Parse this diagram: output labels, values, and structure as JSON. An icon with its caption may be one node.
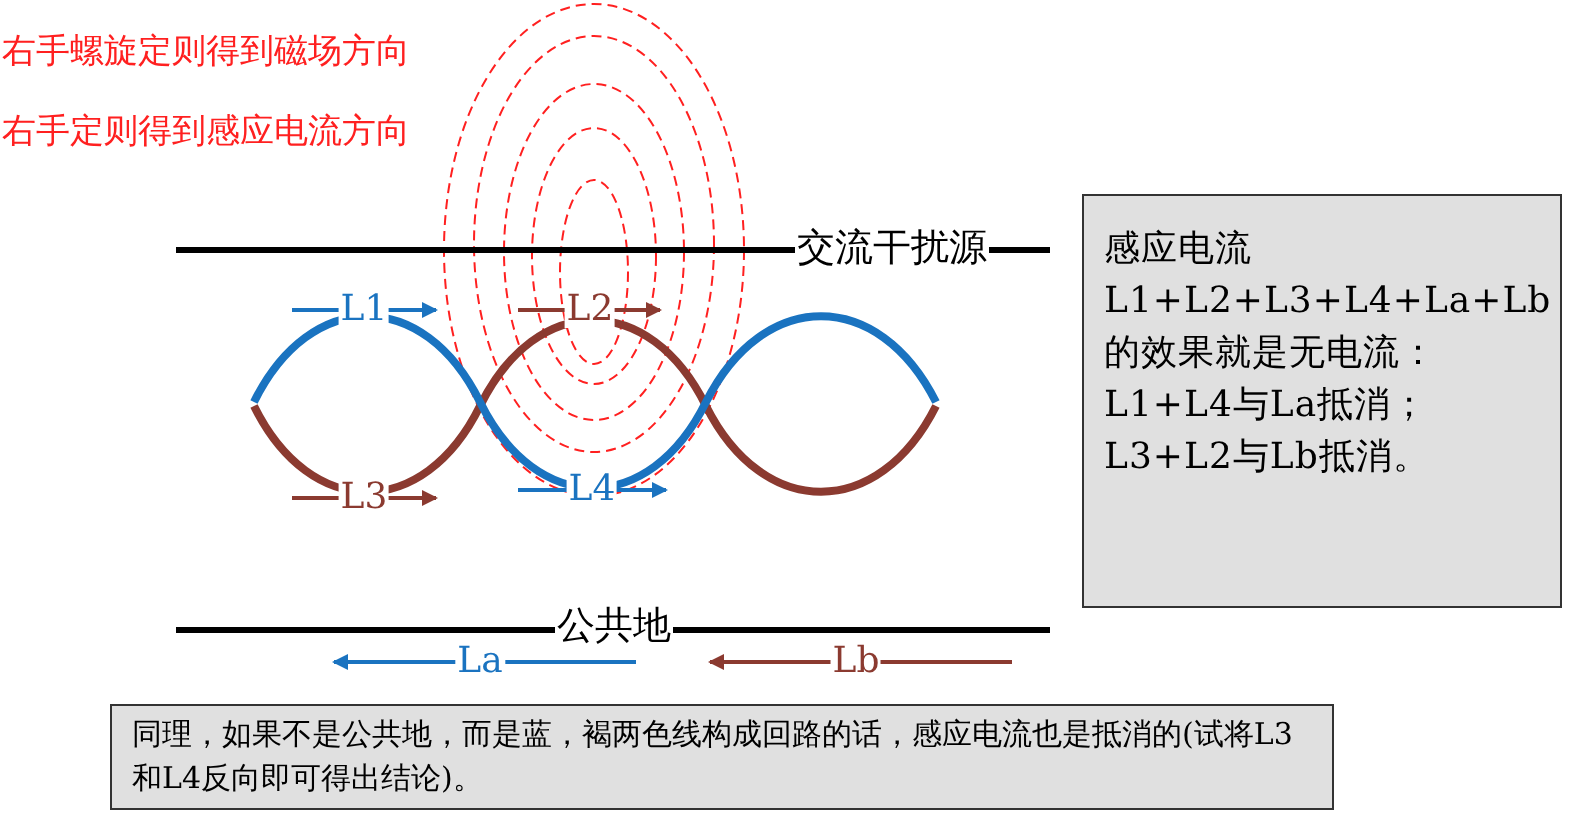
{
  "diagram": {
    "nodes": [
      {
        "text": [
          "感应电流",
          "L1+L2+L3+L4+La+Lb的效果就是无电流：",
          "L1+L4与La抵消；",
          "L3+L2与Lb抵消。"
        ]
      },
      {
        "text": [
          "同理，如果不是公共地，而是蓝，褐两色线构成回路的话，感应电流也是抵消的(试将L3和L4反向即可得出结论)。"
        ]
      }
    ],
    "labels": [
      "右手螺旋定则得到磁场方向",
      "右手定则得到感应电流方向",
      "交流干扰源",
      "L1",
      "L2",
      "L3",
      "L4",
      "公共地",
      "La",
      "Lb"
    ]
  }
}
